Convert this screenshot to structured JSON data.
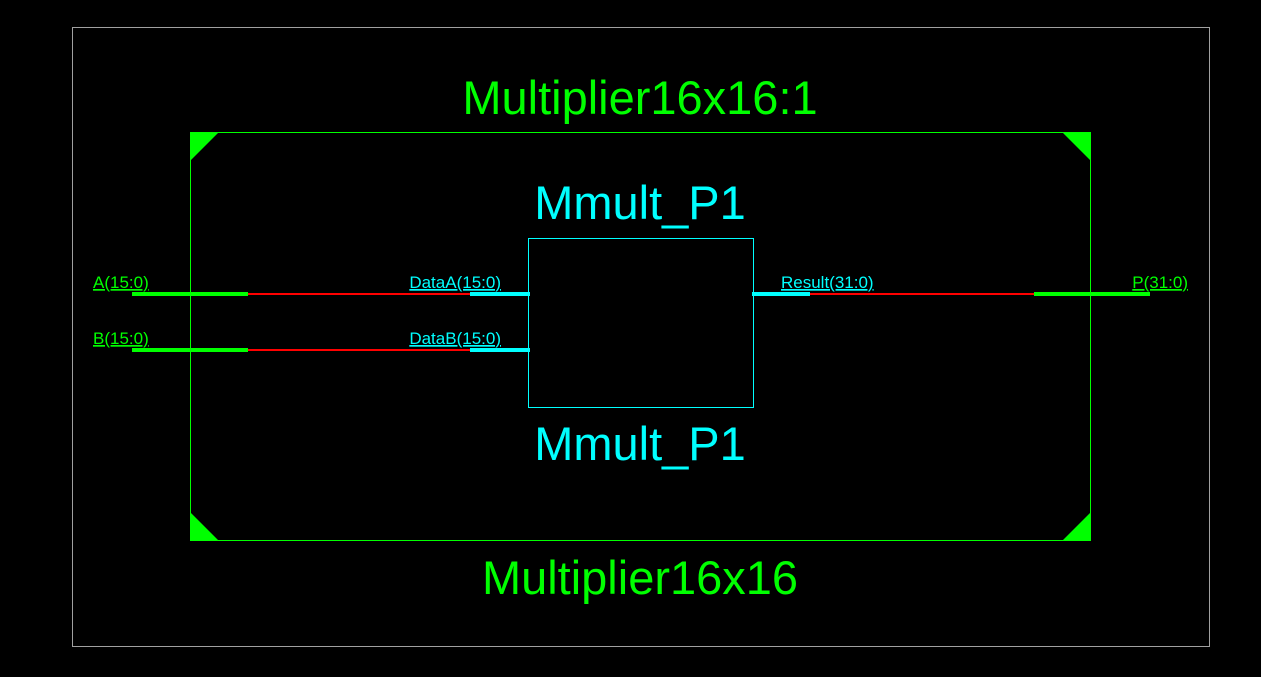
{
  "colors": {
    "background": "#000000",
    "sheet_border": "#a0a0a0",
    "module": "#00ff00",
    "instance": "#00ffff",
    "net": "#ff0000"
  },
  "module": {
    "instance_label": "Multiplier16x16:1",
    "type_label": "Multiplier16x16",
    "inputs": [
      "A(15:0)",
      "B(15:0)"
    ],
    "outputs": [
      "P(31:0)"
    ]
  },
  "instance": {
    "top_label": "Mmult_P1",
    "bottom_label": "Mmult_P1",
    "inputs": [
      "DataA(15:0)",
      "DataB(15:0)"
    ],
    "outputs": [
      "Result(31:0)"
    ]
  }
}
